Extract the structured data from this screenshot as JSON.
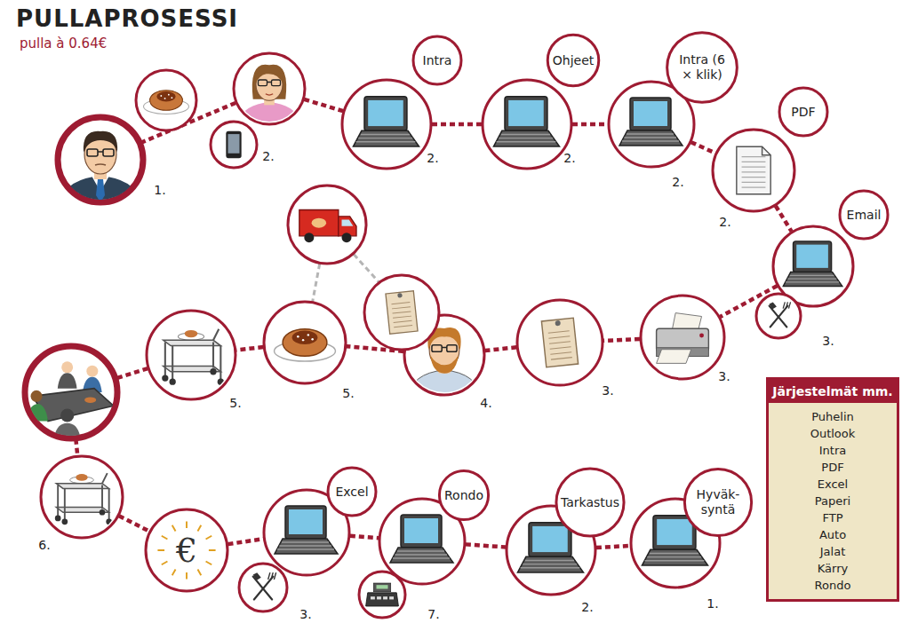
{
  "diagram": {
    "title": "PULLAPROSESSI",
    "nodes": [
      {
        "text": [
          "1."
        ]
      },
      {
        "text": [
          "2."
        ]
      },
      {
        "text": [
          "Intra",
          "2."
        ]
      },
      {
        "text": [
          "Ohjeet",
          "2."
        ]
      },
      {
        "text": [
          "Intra (6 × klik)",
          "2."
        ]
      },
      {
        "text": [
          "PDF",
          "2."
        ]
      },
      {
        "text": [
          "Email",
          "3."
        ]
      },
      {
        "text": [
          "3."
        ]
      },
      {
        "text": [
          "3."
        ]
      },
      {
        "text": [
          "4."
        ]
      },
      {
        "text": []
      },
      {
        "text": [
          "5."
        ]
      },
      {
        "text": [
          "5."
        ]
      },
      {
        "text": []
      },
      {
        "text": [
          "6."
        ]
      },
      {
        "text": [
          "€"
        ]
      },
      {
        "text": [
          "Excel",
          "3."
        ]
      },
      {
        "text": [
          "Rondo",
          "7."
        ]
      },
      {
        "text": [
          "Tarkastus",
          "2."
        ]
      },
      {
        "text": [
          "Hyväk-syntä",
          "1."
        ]
      },
      {
        "text": [
          "Järjestelmät mm.",
          "Puhelin",
          "Outlook",
          "Intra",
          "PDF",
          "Excel",
          "Paperi",
          "FTP",
          "Auto",
          "Jalat",
          "Kärry",
          "Rondo"
        ]
      }
    ],
    "edges": [
      {
        "from": 0,
        "to": 1,
        "arrow": "none"
      },
      {
        "from": 1,
        "to": 2,
        "arrow": "none"
      },
      {
        "from": 2,
        "to": 3,
        "arrow": "none"
      },
      {
        "from": 3,
        "to": 4,
        "arrow": "none"
      },
      {
        "from": 4,
        "to": 5,
        "arrow": "none"
      },
      {
        "from": 5,
        "to": 6,
        "arrow": "none"
      },
      {
        "from": 6,
        "to": 7,
        "arrow": "none"
      },
      {
        "from": 7,
        "to": 8,
        "arrow": "none"
      },
      {
        "from": 8,
        "to": 9,
        "arrow": "none"
      },
      {
        "from": 9,
        "to": 11,
        "arrow": "none"
      },
      {
        "from": 11,
        "to": 12,
        "arrow": "none"
      },
      {
        "from": 12,
        "to": 13,
        "arrow": "none"
      },
      {
        "from": 13,
        "to": 14,
        "arrow": "none"
      },
      {
        "from": 14,
        "to": 15,
        "arrow": "none"
      },
      {
        "from": 15,
        "to": 16,
        "arrow": "none"
      },
      {
        "from": 16,
        "to": 17,
        "arrow": "none"
      },
      {
        "from": 17,
        "to": 18,
        "arrow": "none"
      },
      {
        "from": 18,
        "to": 19,
        "arrow": "none"
      },
      {
        "from": 10,
        "to": 9,
        "arrow": "none"
      },
      {
        "from": 10,
        "to": 11,
        "arrow": "none"
      }
    ],
    "labels": [
      "pulla à 0.64€"
    ]
  }
}
